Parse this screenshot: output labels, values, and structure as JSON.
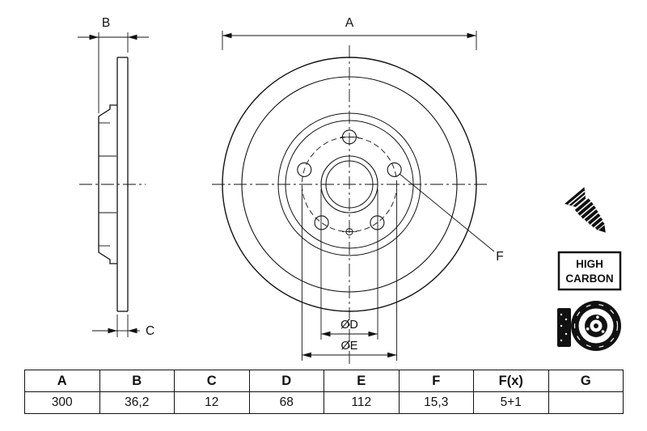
{
  "drawing": {
    "labels": {
      "a": "A",
      "b": "B",
      "c": "C",
      "d": "ØD",
      "e": "ØE",
      "f": "F"
    },
    "badge": {
      "line1": "HIGH",
      "line2": "CARBON"
    }
  },
  "table": {
    "headers": [
      "A",
      "B",
      "C",
      "D",
      "E",
      "F",
      "F(x)",
      "G"
    ],
    "values": [
      "300",
      "36,2",
      "12",
      "68",
      "112",
      "15,3",
      "5+1",
      ""
    ]
  }
}
